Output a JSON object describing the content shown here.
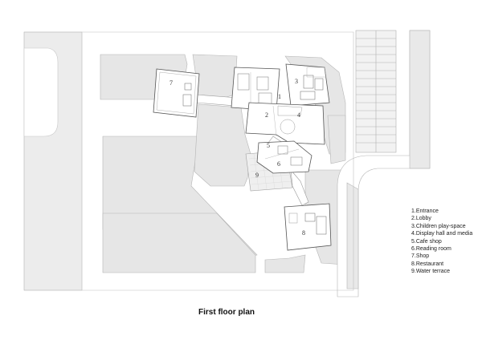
{
  "legend": {
    "items": [
      "1.Entrance",
      "2.Lobby",
      "3.Children play-space",
      "4.Display hall and media",
      "5.Cafe shop",
      "6.Reading room",
      "7.Shop",
      "8.Restaurant",
      "9.Water terrace"
    ]
  },
  "caption": "First floor plan",
  "room_numbers": [
    "1",
    "2",
    "3",
    "4",
    "5",
    "6",
    "7",
    "8",
    "9"
  ],
  "colors": {
    "ground": "#e6e6e6",
    "line": "#999999",
    "building": "#ffffff",
    "terrace": "#efefef"
  }
}
